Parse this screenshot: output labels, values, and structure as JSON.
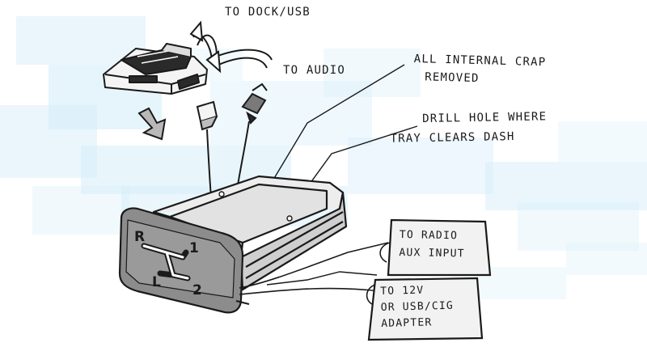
{
  "diagram": {
    "labels": {
      "to_dock_usb": "TO DOCK/USB",
      "to_audio": "TO AUDIO",
      "internal_line1": "ALL INTERNAL CRAP",
      "internal_line2": "REMOVED",
      "drill_line1": "DRILL HOLE WHERE",
      "drill_line2": "TRAY CLEARS DASH",
      "radio_line1": "TO RADIO",
      "radio_line2": "AUX INPUT",
      "power_line1": "TO 12V",
      "power_line2": "OR USB/CIG",
      "power_line3": "ADAPTER"
    },
    "shifter": {
      "reverse": "R",
      "one": "1",
      "low": "L",
      "two": "2"
    },
    "colors": {
      "ink": "#1a1a1a",
      "background_blocks": "#d6eefa",
      "tray_face": "#8c8c8c",
      "box_fill": "#f2f2f2"
    }
  }
}
